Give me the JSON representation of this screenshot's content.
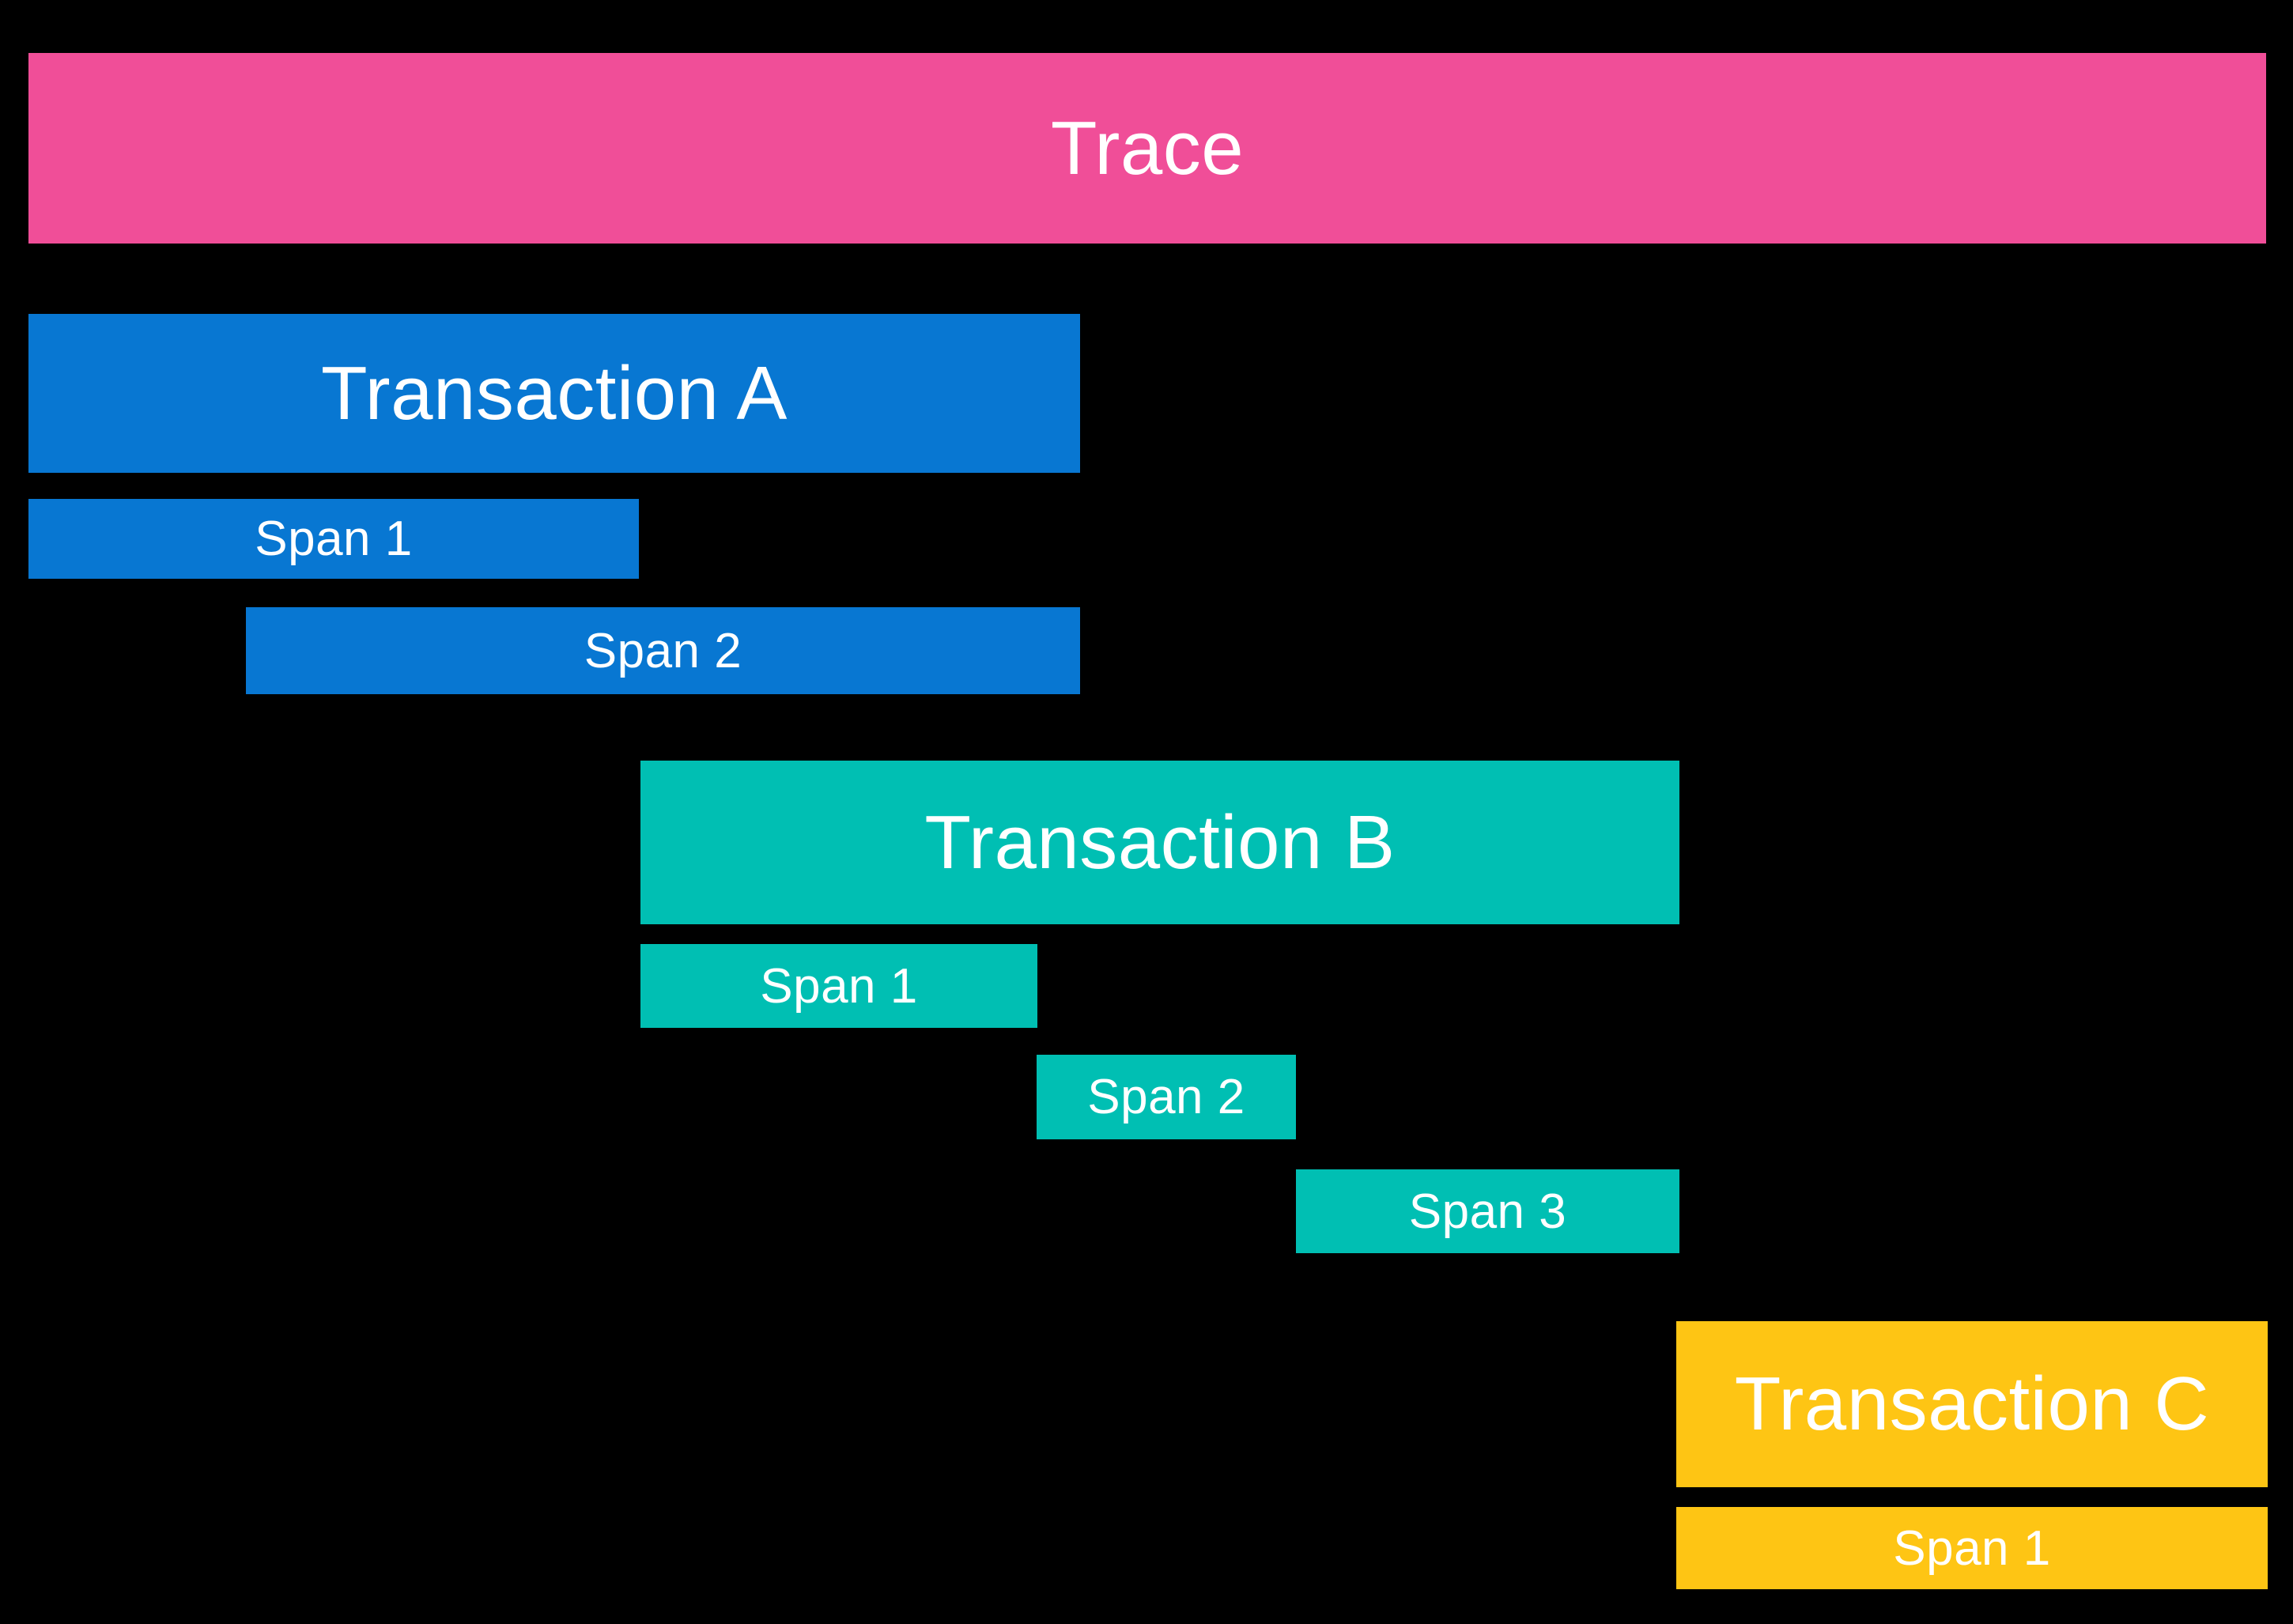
{
  "diagram": {
    "type": "distributed-trace-timeline",
    "colors": {
      "background": "#000000",
      "label_text": "#FFFFFF",
      "trace": "#F04E98",
      "transaction_a": "#0877D2",
      "transaction_b": "#00BFB3",
      "transaction_c": "#FEC514"
    },
    "trace": {
      "label": "Trace"
    },
    "transactions": [
      {
        "label": "Transaction A",
        "color": "#0877D2",
        "spans": [
          {
            "label": "Span 1"
          },
          {
            "label": "Span 2"
          }
        ]
      },
      {
        "label": "Transaction B",
        "color": "#00BFB3",
        "spans": [
          {
            "label": "Span 1"
          },
          {
            "label": "Span 2"
          },
          {
            "label": "Span 3"
          }
        ]
      },
      {
        "label": "Transaction C",
        "color": "#FEC514",
        "spans": [
          {
            "label": "Span 1"
          }
        ]
      }
    ]
  }
}
